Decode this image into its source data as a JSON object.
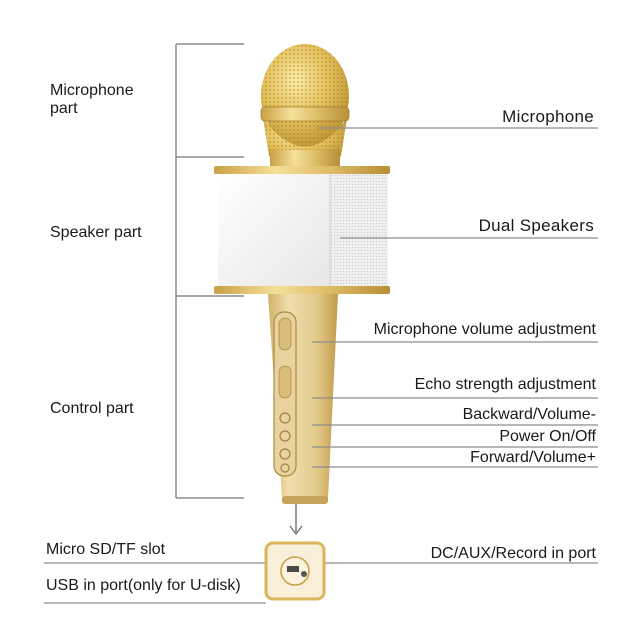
{
  "left_labels": {
    "microphone_part": "Microphone\npart",
    "speaker_part": "Speaker part",
    "control_part": "Control part"
  },
  "right_labels": {
    "microphone": "Microphone",
    "dual_speakers": "Dual Speakers",
    "mic_volume": "Microphone volume adjustment",
    "echo_strength": "Echo strength adjustment",
    "backward_volume": "Backward/Volume-",
    "power": "Power On/Off",
    "forward_volume": "Forward/Volume+"
  },
  "bottom_labels": {
    "sd_slot": "Micro SD/TF slot",
    "usb_port": "USB in port(only for U-disk)",
    "dc_aux": "DC/AUX/Record in port"
  },
  "colors": {
    "gold_light": "#f2dc8a",
    "gold": "#d9b65a",
    "gold_dark": "#b08a33",
    "speaker_white": "#f4f4f4",
    "line": "#8c8c8c"
  }
}
